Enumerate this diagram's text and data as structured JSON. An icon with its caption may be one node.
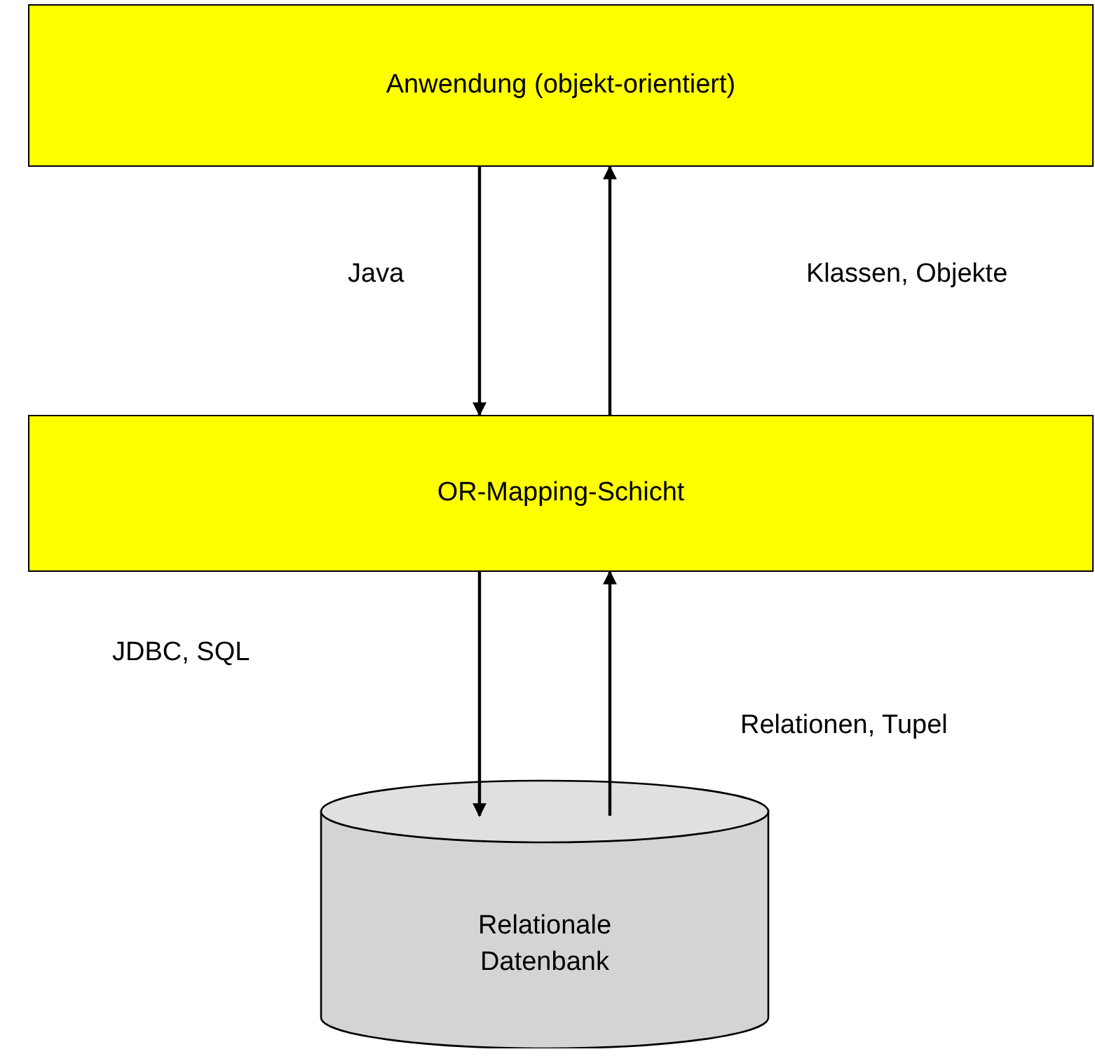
{
  "diagram": {
    "nodes": [
      {
        "text": [
          "Anwendung (objekt-orientiert)"
        ]
      },
      {
        "text": [
          "OR-Mapping-Schicht"
        ]
      },
      {
        "text": [
          "Relationale Datenbank"
        ]
      }
    ],
    "edges": [
      {
        "from": 0,
        "to": 1,
        "arrow": "to"
      },
      {
        "from": 1,
        "to": 0,
        "arrow": "to"
      },
      {
        "from": 1,
        "to": 2,
        "arrow": "to"
      },
      {
        "from": 2,
        "to": 1,
        "arrow": "to"
      }
    ],
    "labels": [
      "Java",
      "Klassen, Objekte",
      "JDBC, SQL",
      "Relationen, Tupel"
    ]
  }
}
